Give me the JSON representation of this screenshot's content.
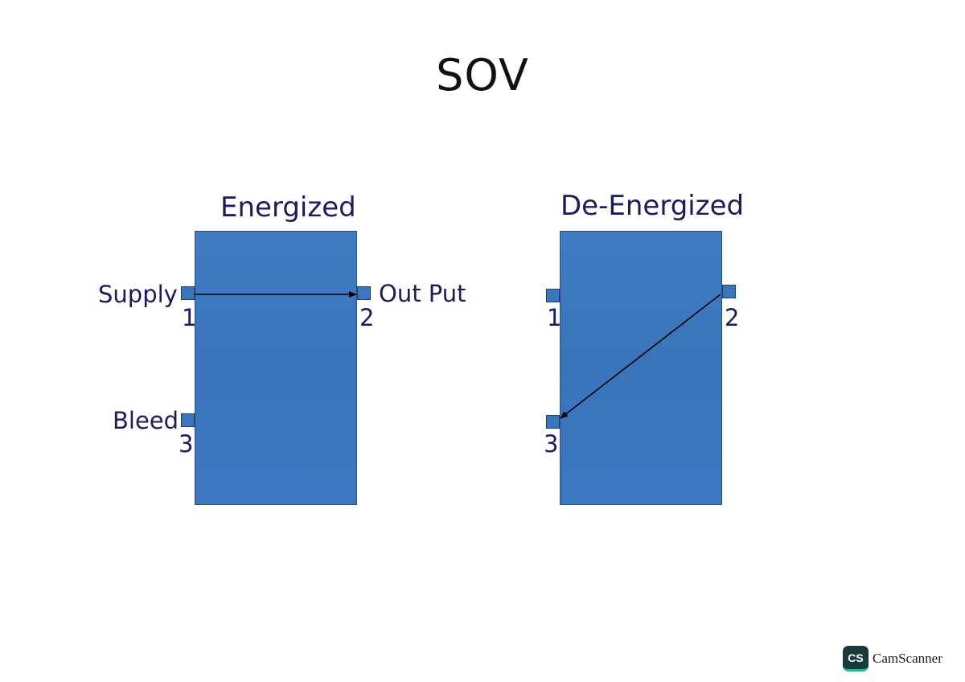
{
  "title": "SOV",
  "energized": {
    "heading": "Energized",
    "supply_label": "Supply",
    "output_label": "Out Put",
    "bleed_label": "Bleed",
    "port1": "1",
    "port2": "2",
    "port3": "3"
  },
  "deenergized": {
    "heading": "De-Energized",
    "port1": "1",
    "port2": "2",
    "port3": "3"
  },
  "watermark": {
    "logo_text": "CS",
    "text": "CamScanner"
  },
  "colors": {
    "valve_body": "#3c78c2",
    "label_text": "#1c1c5c",
    "arrow": "#000000"
  }
}
